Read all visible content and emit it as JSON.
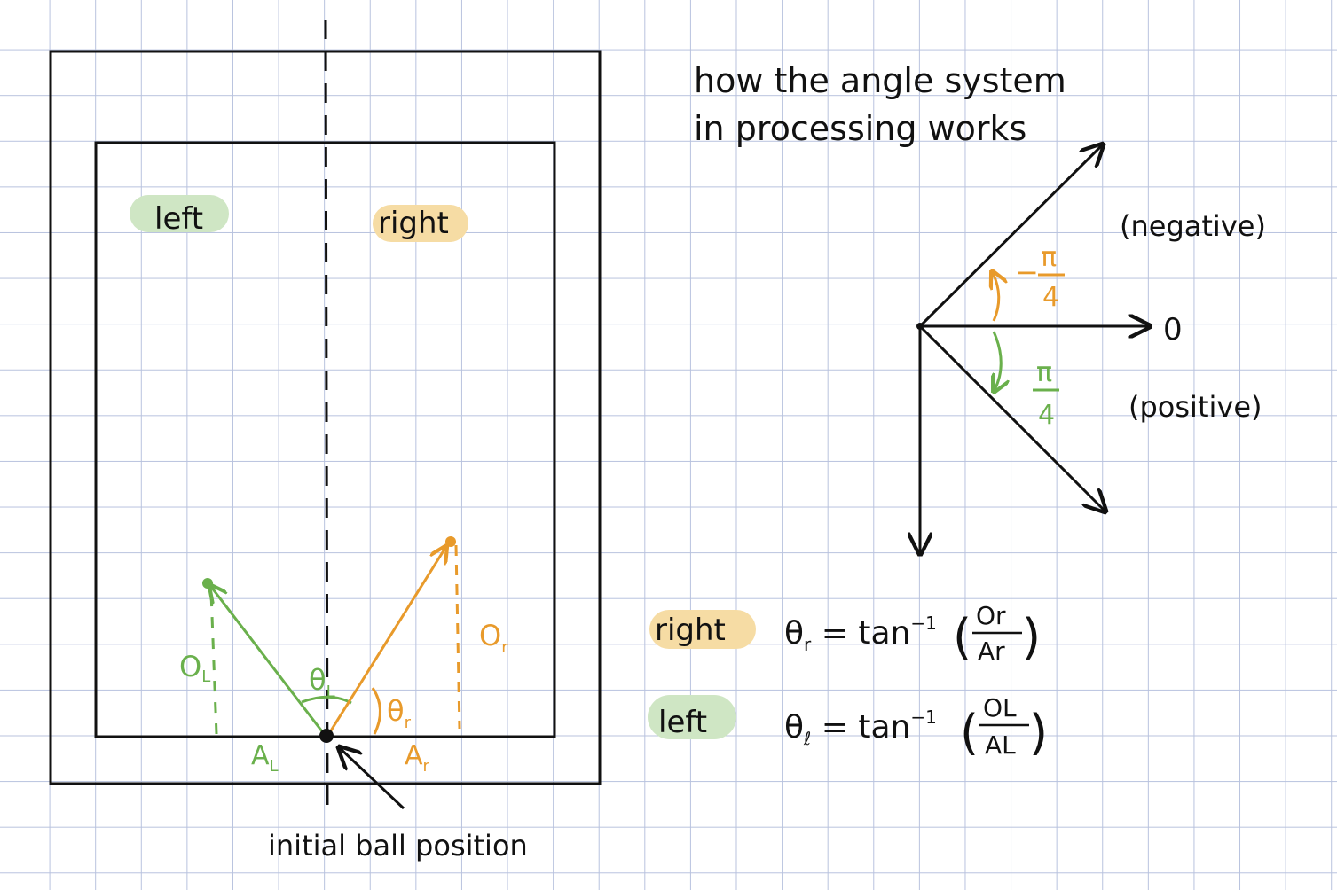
{
  "title": [
    "how the angle system",
    "in processing works"
  ],
  "regions": {
    "left": "left",
    "right": "right"
  },
  "ball_label": "initial ball position",
  "left_vector": {
    "opposite": "O",
    "opposite_sub": "L",
    "adjacent": "A",
    "adjacent_sub": "L",
    "theta": "θ",
    "theta_sub": "L"
  },
  "right_vector": {
    "opposite": "O",
    "opposite_sub": "r",
    "adjacent": "A",
    "adjacent_sub": "r",
    "theta": "θ",
    "theta_sub": "r"
  },
  "angle_diagram": {
    "zero": "0",
    "negative": "(negative)",
    "positive": "(positive)",
    "neg_angle": {
      "sign": "−",
      "num": "π",
      "den": "4"
    },
    "pos_angle": {
      "num": "π",
      "den": "4"
    }
  },
  "formulas": {
    "right": {
      "label": "right",
      "theta": "θ",
      "sub": "r",
      "eq": "= tan",
      "sup": "−1",
      "num": "Or",
      "den": "Ar"
    },
    "left": {
      "label": "left",
      "theta": "θ",
      "sub": "ℓ",
      "eq": "= tan",
      "sup": "−1",
      "num": "OL",
      "den": "AL"
    }
  },
  "colors": {
    "green": "#6ab04c",
    "orange": "#e89a2b",
    "green_highlight": "#cfe6c4",
    "orange_highlight": "#f6dca4",
    "ink": "#111111"
  }
}
